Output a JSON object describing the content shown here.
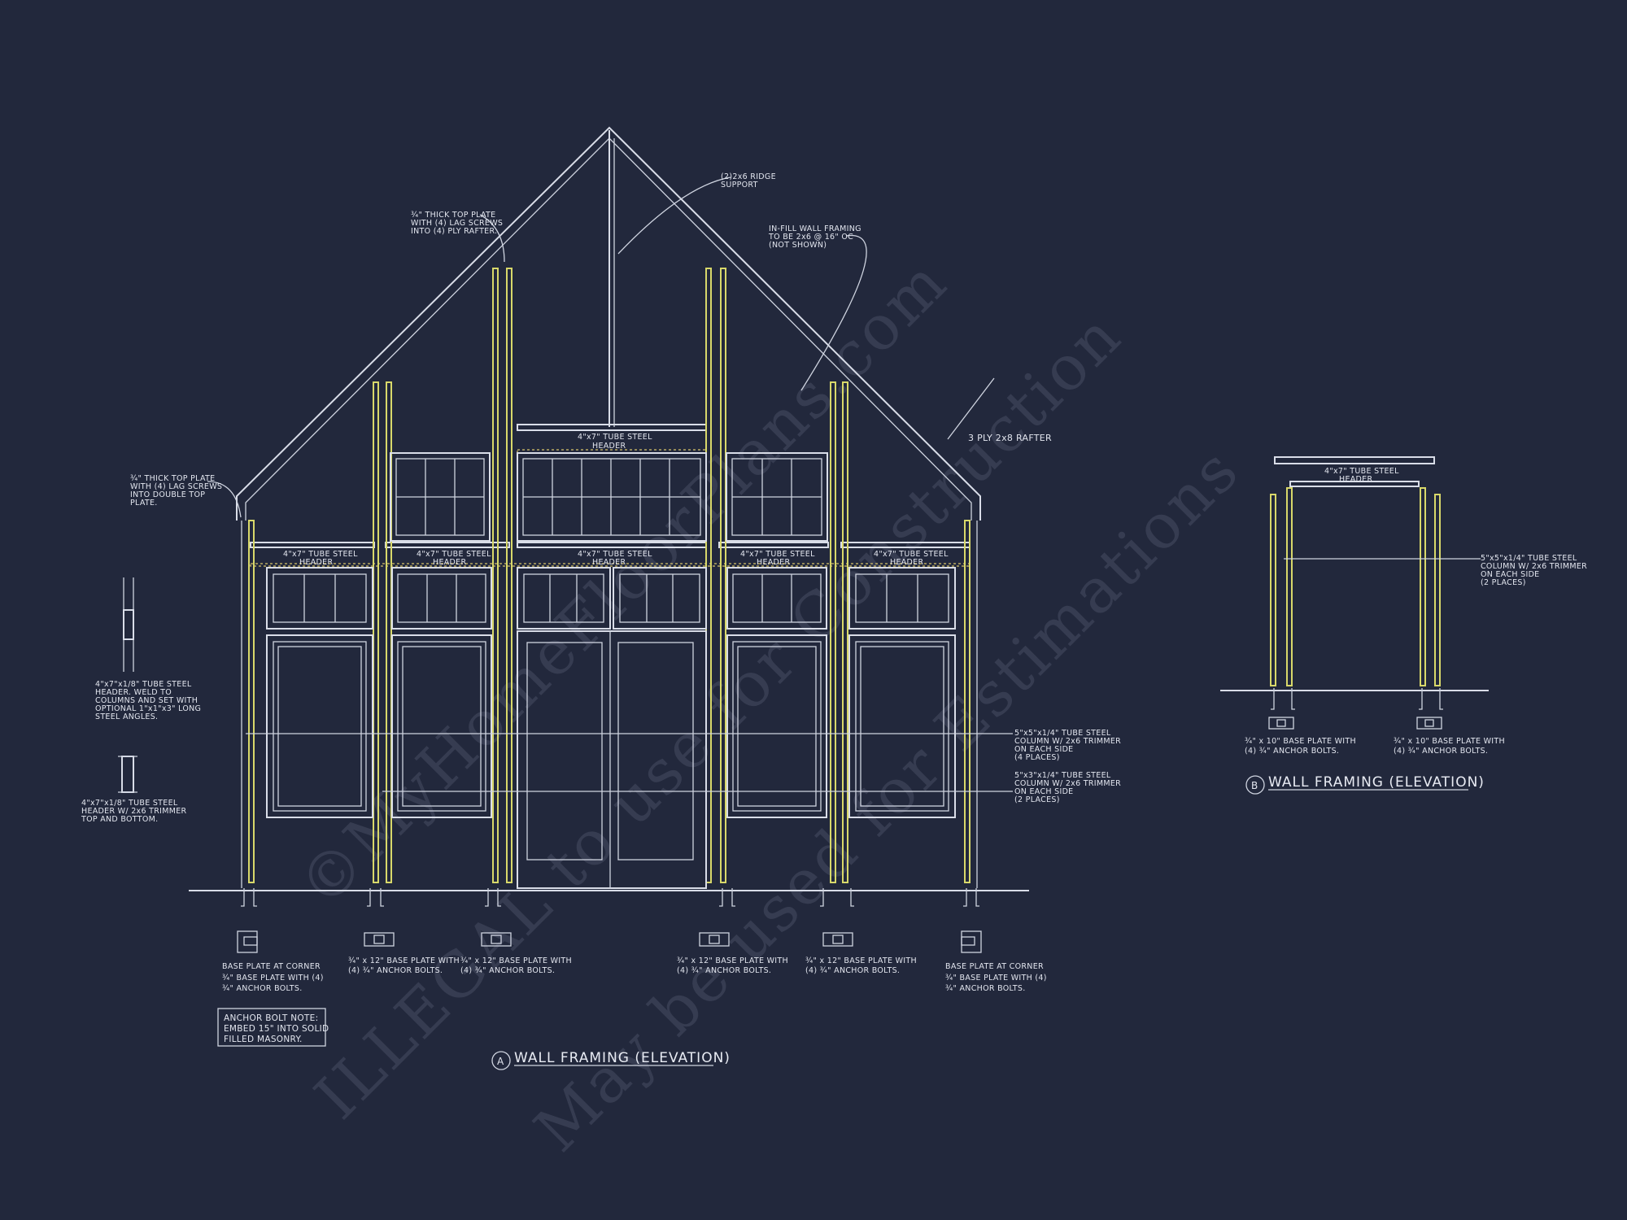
{
  "watermark": {
    "line1": "©MyHomeFloorPlans.com",
    "line2": "ILLEGAL to use for Construction",
    "line3": "May be used for Estimations"
  },
  "elevation_a": {
    "marker": "A",
    "title": "WALL FRAMING (ELEVATION)",
    "notes": {
      "top_plate_rafter": [
        "¾\" THICK TOP PLATE",
        "WITH (4) LAG SCREWS",
        "INTO (4) PLY RAFTER."
      ],
      "ridge_support": [
        "(2)2x6 RIDGE",
        "SUPPORT"
      ],
      "infill": [
        "IN-FILL WALL FRAMING",
        "TO BE 2x6 @ 16\" OC",
        "(NOT SHOWN)"
      ],
      "rafter": "3 PLY 2x8 RAFTER",
      "top_plate_double": [
        "¾\" THICK TOP PLATE",
        "WITH (4) LAG SCREWS",
        "INTO DOUBLE TOP",
        "PLATE."
      ],
      "header_col_detail": [
        "4\"x7\"x1/8\" TUBE STEEL",
        "HEADER. WELD TO",
        "COLUMNS AND SET WITH",
        "OPTIONAL 1\"x1\"x3\" LONG",
        "STEEL ANGLES."
      ],
      "header_trim_detail": [
        "4\"x7\"x1/8\" TUBE STEEL",
        "HEADER W/ 2x6 TRIMMER",
        "TOP AND BOTTOM."
      ],
      "column_5x5": [
        "5\"x5\"x1/4\" TUBE STEEL",
        "COLUMN W/ 2x6 TRIMMER",
        "ON EACH SIDE",
        "(4 PLACES)"
      ],
      "column_5x3": [
        "5\"x3\"x1/4\" TUBE STEEL",
        "COLUMN W/ 2x6 TRIMMER",
        "ON EACH SIDE",
        "(2 PLACES)"
      ],
      "header_label": [
        "4\"x7\" TUBE STEEL",
        "HEADER"
      ],
      "base_corner": [
        "BASE PLATE AT CORNER",
        "¾\" BASE PLATE WITH (4)",
        "¾\" ANCHOR BOLTS."
      ],
      "base_12": [
        "¾\" x 12\" BASE PLATE WITH",
        "(4) ¾\" ANCHOR BOLTS."
      ],
      "anchor_note": [
        "ANCHOR BOLT NOTE:",
        "EMBED 15\" INTO SOLID",
        "FILLED MASONRY."
      ]
    }
  },
  "elevation_b": {
    "marker": "B",
    "title": "WALL FRAMING (ELEVATION)",
    "notes": {
      "header_label": [
        "4\"x7\" TUBE STEEL",
        "HEADER"
      ],
      "column": [
        "5\"x5\"x1/4\" TUBE STEEL",
        "COLUMN W/ 2x6 TRIMMER",
        "ON EACH SIDE",
        "(2 PLACES)"
      ],
      "base_10": [
        "¾\" x 10\" BASE PLATE WITH",
        "(4) ¾\" ANCHOR BOLTS."
      ]
    }
  }
}
